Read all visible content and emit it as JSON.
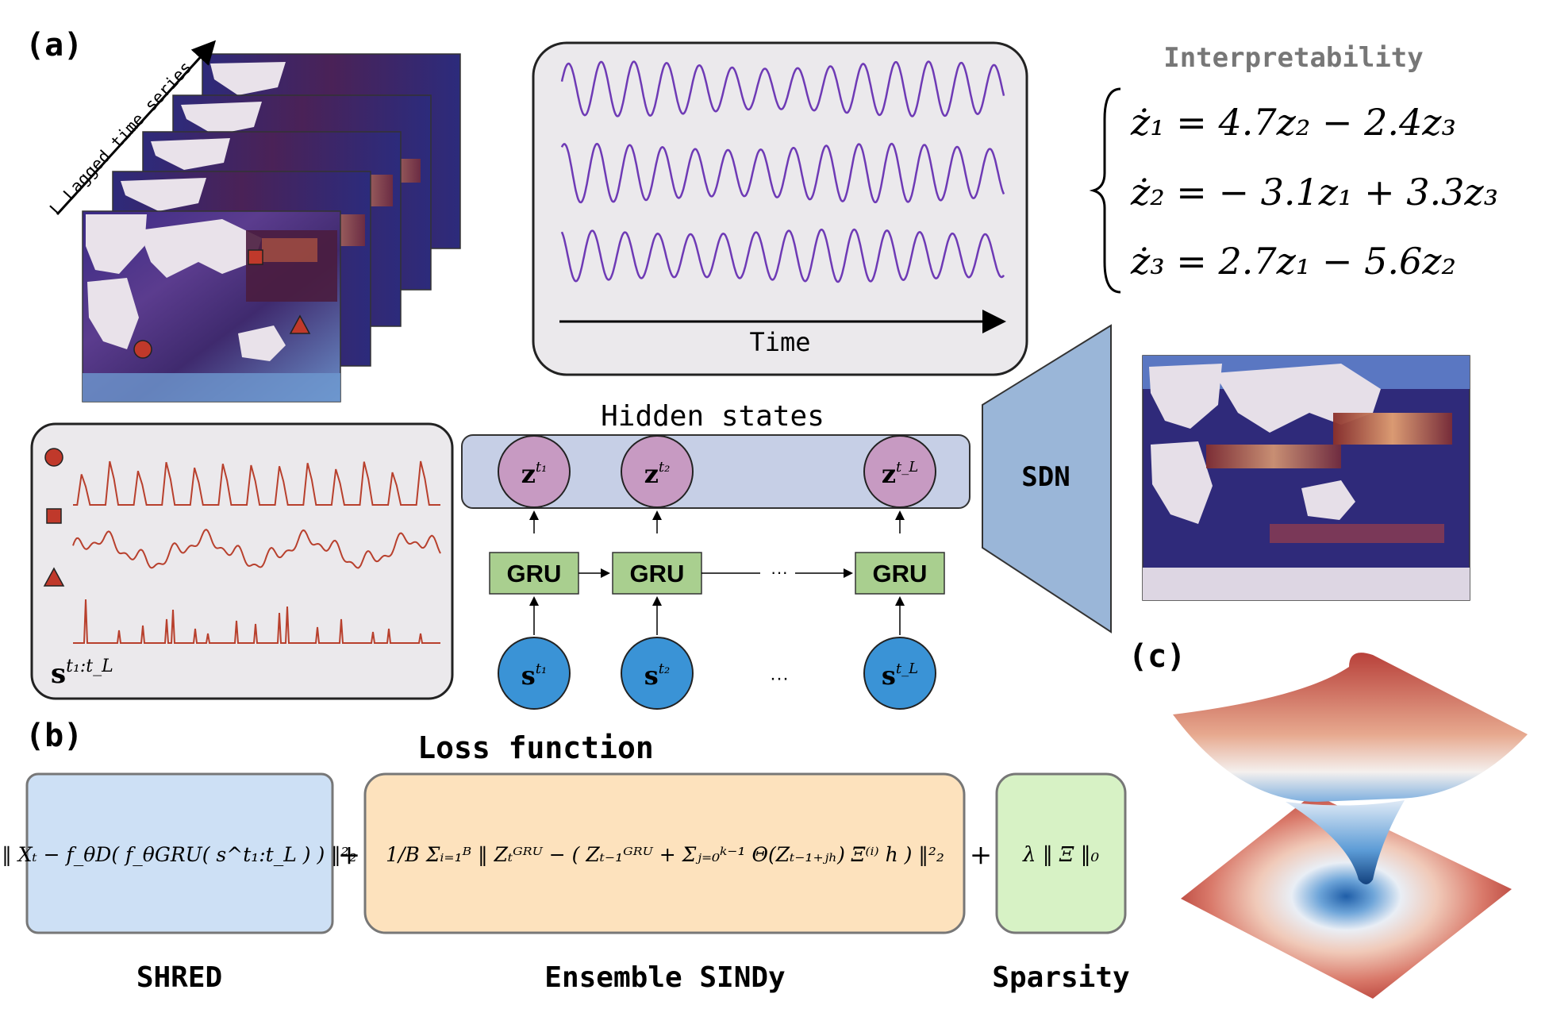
{
  "panel_labels": {
    "a": "(a)",
    "b": "(b)",
    "c": "(c)"
  },
  "lagged_label": "L Lagged time series",
  "latent_box": {
    "time_label": "Time"
  },
  "interpretability": {
    "title": "Interpretability",
    "eq1": "ż₁ = 4.7z₂ − 2.4z₃",
    "eq2": "ż₂ = − 3.1z₁ + 3.3z₃",
    "eq3": "ż₃ = 2.7z₁ − 5.6z₂"
  },
  "sensor_box": {
    "label": "s",
    "sup": "t₁:t_L"
  },
  "hidden_states": {
    "title": "Hidden states",
    "z": [
      "z",
      "z",
      "z"
    ],
    "z_sup": [
      "t₁",
      "t₂",
      "t_L"
    ],
    "gru": [
      "GRU",
      "GRU",
      "GRU"
    ],
    "s": [
      "s",
      "s",
      "s"
    ],
    "s_sup": [
      "t₁",
      "t₂",
      "t_L"
    ],
    "ellipsis": "···"
  },
  "decoder": {
    "label": "SDN"
  },
  "loss": {
    "title": "Loss function",
    "shred_term": "‖ Xₜ − f_θD( f_θGRU( s^t₁:t_L ) ) ‖²₂",
    "plus": "+",
    "sindy_term": "1/B Σᵢ₌₁ᴮ ‖ Zₜᴳᴿᵁ − ( Zₜ₋₁ᴳᴿᵁ + Σⱼ₌₀ᵏ⁻¹ Θ(Zₜ₋₁₊ⱼₕ) Ξ⁽ⁱ⁾ h ) ‖²₂",
    "sparsity_term": "λ ‖ Ξ ‖₀",
    "labels": {
      "shred": "SHRED",
      "sindy": "Ensemble SINDy",
      "sparsity": "Sparsity"
    }
  },
  "colors": {
    "panel_gray": "#ebe9ec",
    "hidden_band": "#c6cfe6",
    "z_node": "#c79ac2",
    "s_node": "#3a93d6",
    "gru_box": "#a9cf8f",
    "sdn": "#9ab6d8",
    "shred_box": "#cde0f5",
    "sindy_box": "#fde2bd",
    "sparsity_box": "#d7f2c5",
    "latent_line": "#6e3ab5",
    "sensor_line": "#b8402d"
  }
}
